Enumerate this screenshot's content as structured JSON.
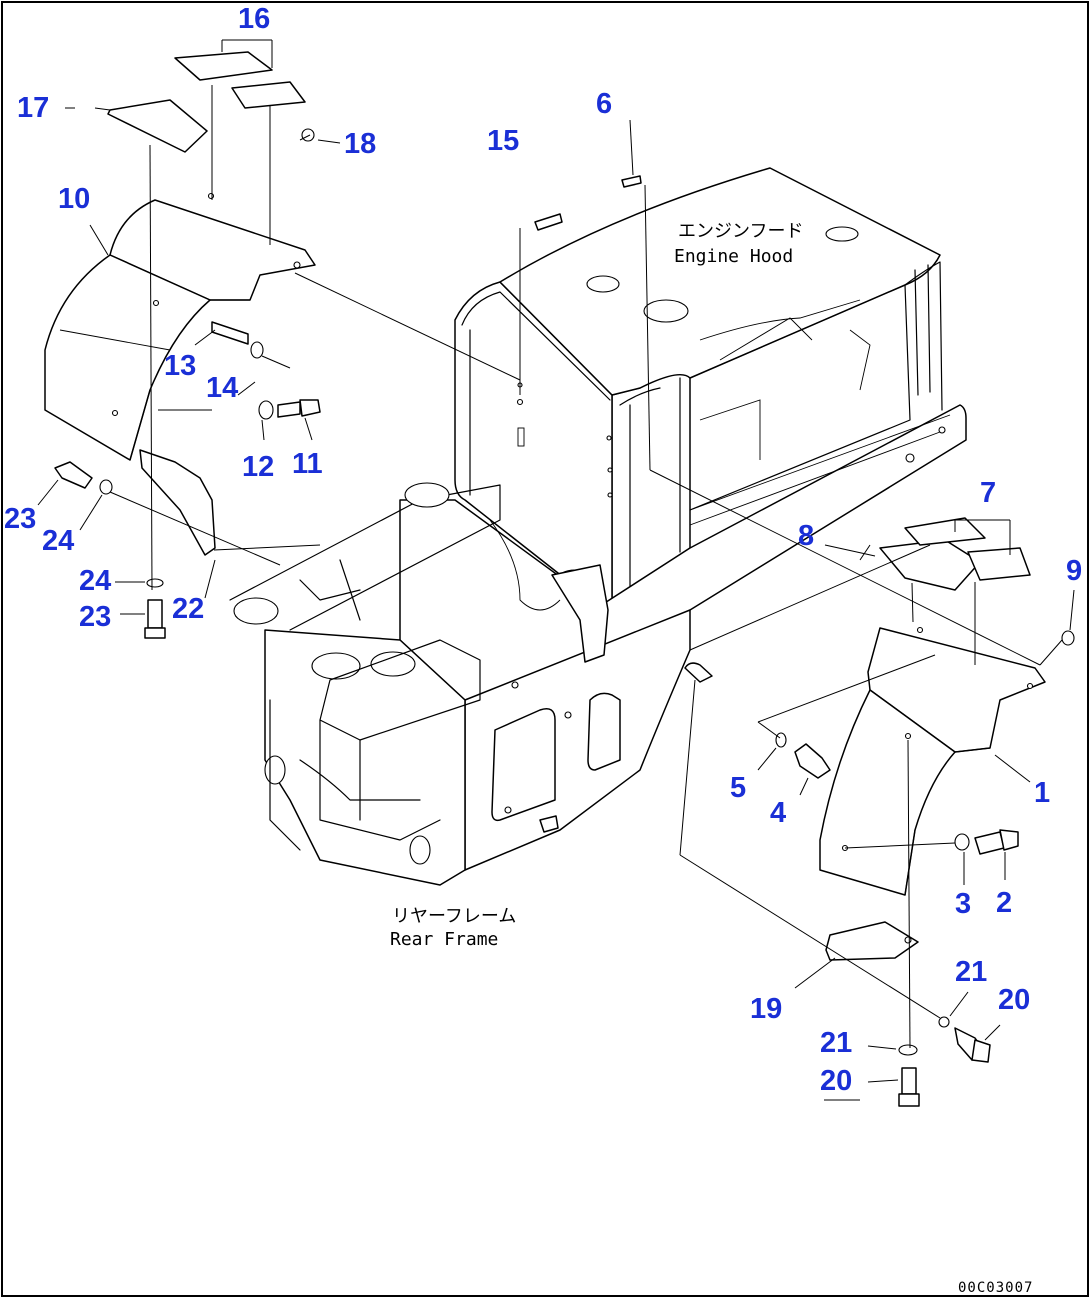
{
  "captions": {
    "engine_hood_jp": "エンジンフード",
    "engine_hood_en": "Engine Hood",
    "rear_frame_jp": "リヤーフレーム",
    "rear_frame_en": "Rear Frame"
  },
  "doc_id": "00C03007",
  "colors": {
    "callout": "#1a2fd6",
    "line": "#000000",
    "background": "#ffffff"
  },
  "parts": [
    {
      "id": "p1",
      "label": "1"
    },
    {
      "id": "p2",
      "label": "2"
    },
    {
      "id": "p3",
      "label": "3"
    },
    {
      "id": "p4",
      "label": "4"
    },
    {
      "id": "p5",
      "label": "5"
    },
    {
      "id": "p6",
      "label": "6"
    },
    {
      "id": "p7",
      "label": "7"
    },
    {
      "id": "p8",
      "label": "8"
    },
    {
      "id": "p9",
      "label": "9"
    },
    {
      "id": "p10",
      "label": "10"
    },
    {
      "id": "p11",
      "label": "11"
    },
    {
      "id": "p12",
      "label": "12"
    },
    {
      "id": "p13",
      "label": "13"
    },
    {
      "id": "p14",
      "label": "14"
    },
    {
      "id": "p15",
      "label": "15"
    },
    {
      "id": "p16",
      "label": "16"
    },
    {
      "id": "p17",
      "label": "17"
    },
    {
      "id": "p18",
      "label": "18"
    },
    {
      "id": "p19",
      "label": "19"
    },
    {
      "id": "p20a",
      "label": "20"
    },
    {
      "id": "p20b",
      "label": "20"
    },
    {
      "id": "p21a",
      "label": "21"
    },
    {
      "id": "p21b",
      "label": "21"
    },
    {
      "id": "p22",
      "label": "22"
    },
    {
      "id": "p23a",
      "label": "23"
    },
    {
      "id": "p23b",
      "label": "23"
    },
    {
      "id": "p24a",
      "label": "24"
    },
    {
      "id": "p24b",
      "label": "24"
    }
  ]
}
